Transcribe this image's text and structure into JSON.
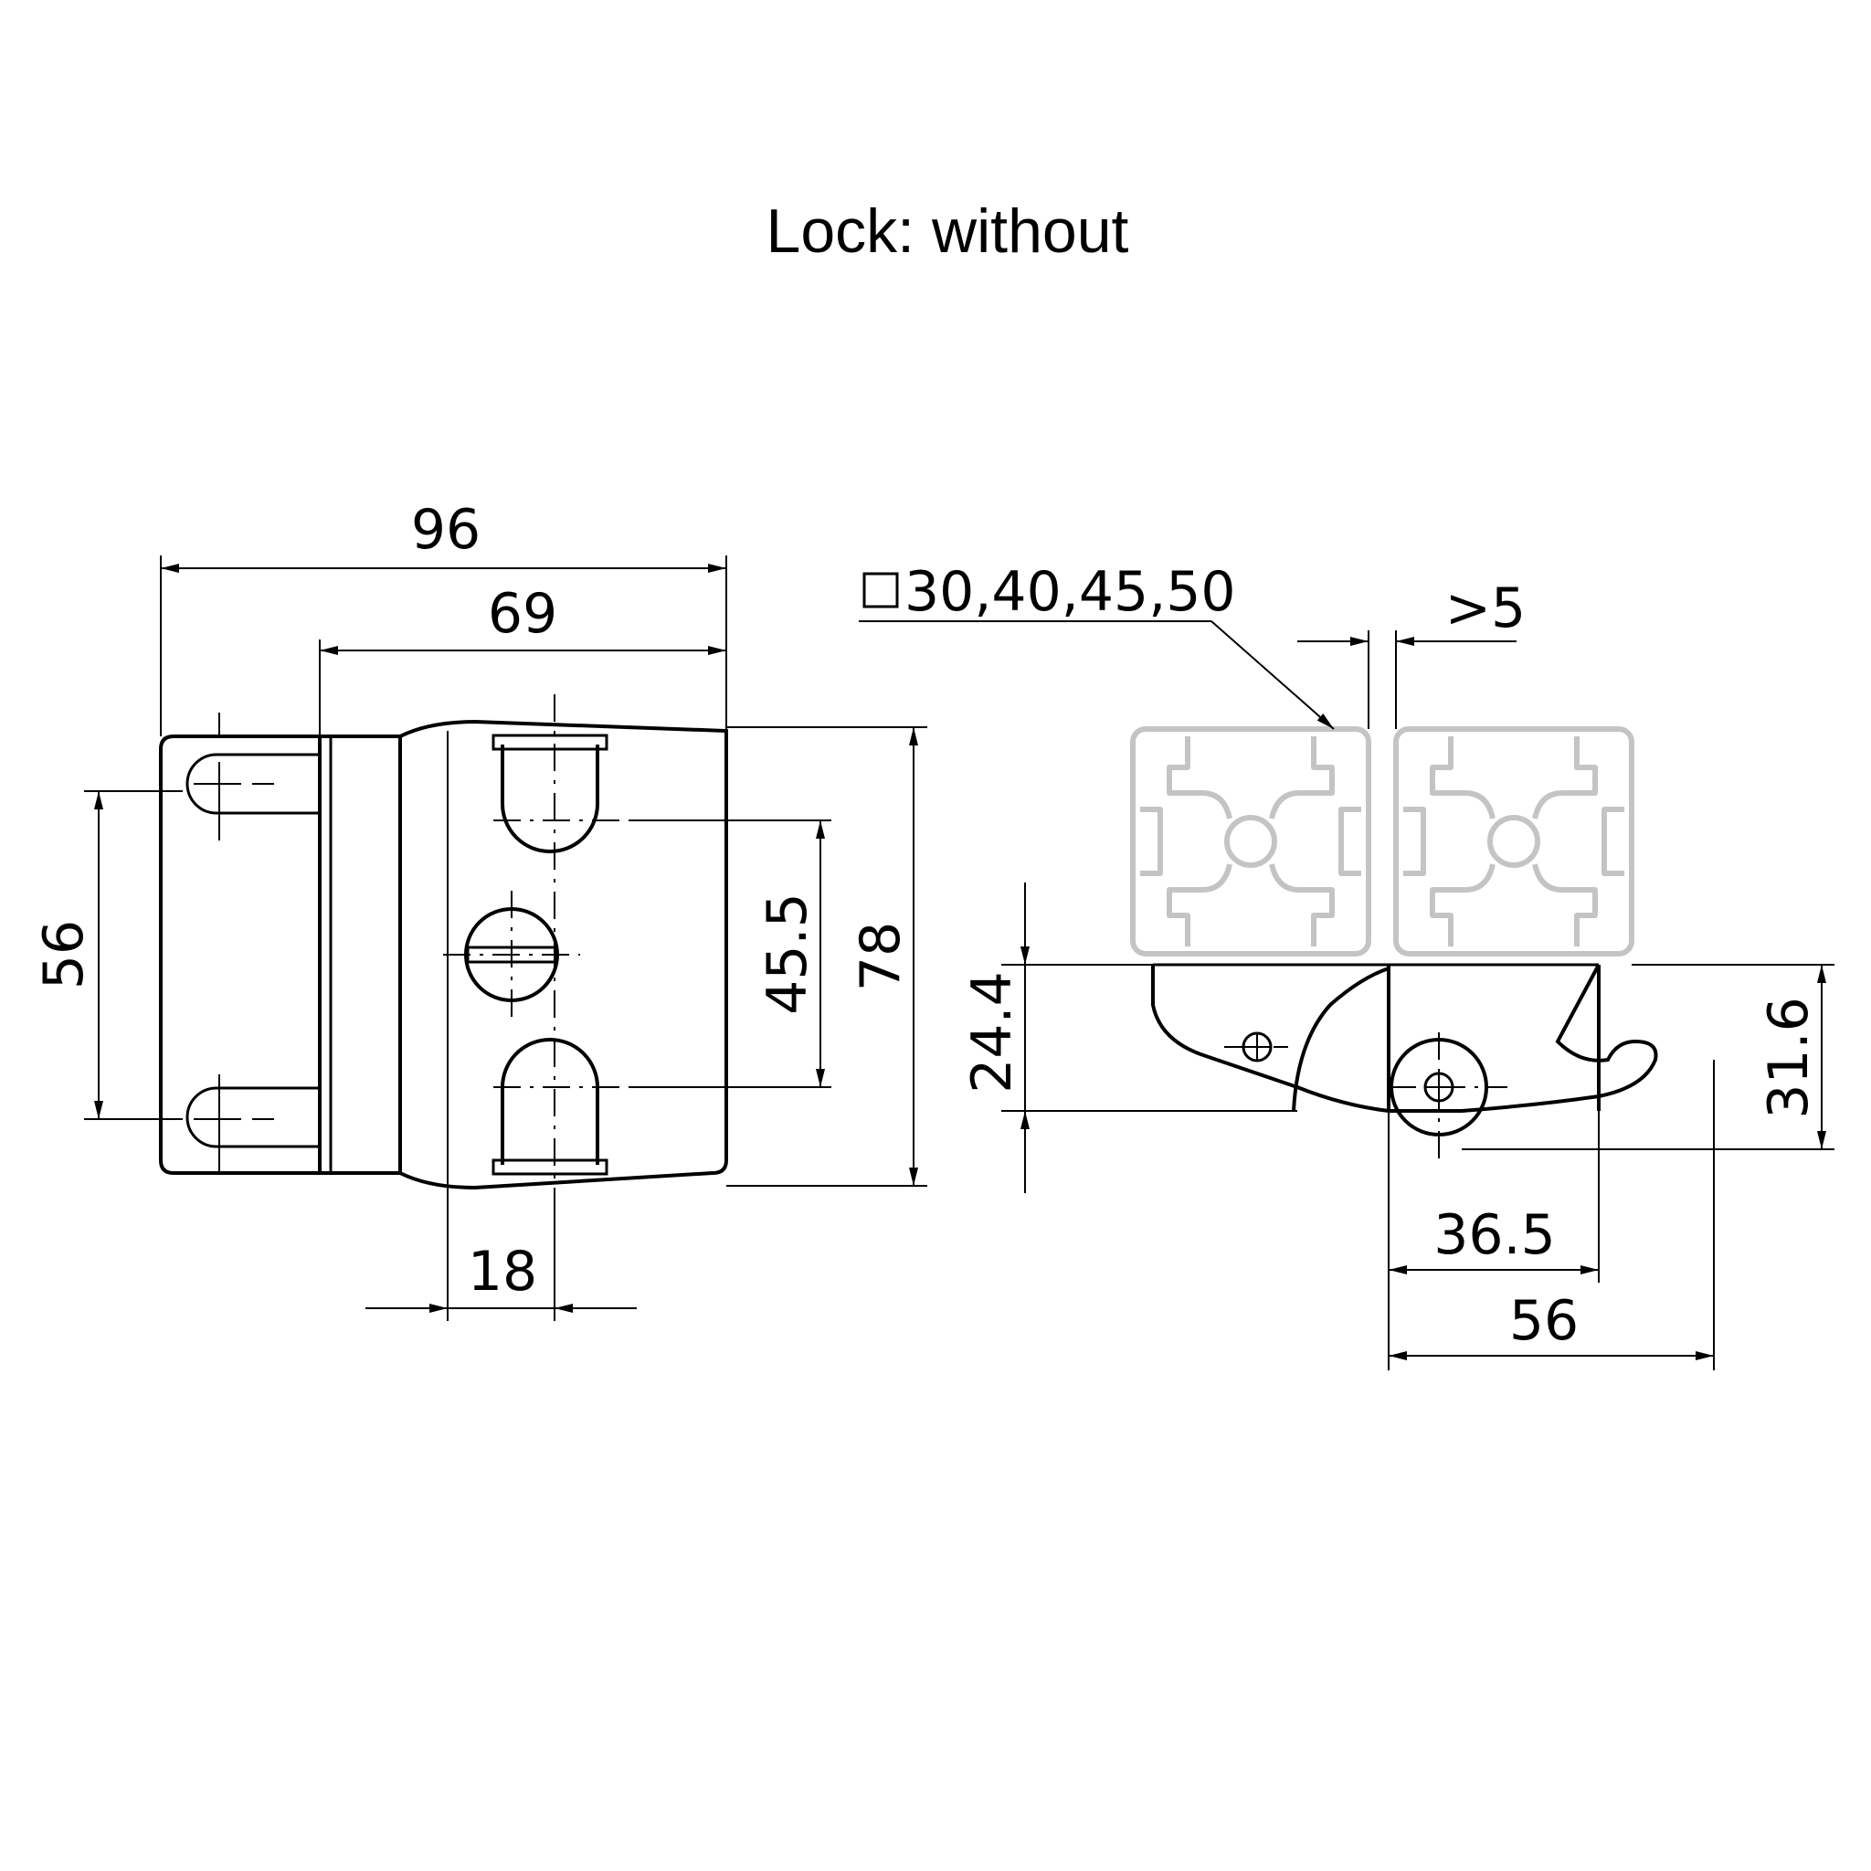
{
  "title": "Lock: without",
  "front_view": {
    "dim_width_overall": "96",
    "dim_width_body": "69",
    "dim_height_holes": "56",
    "dim_slot_spacing": "45.5",
    "dim_height_overall": "78",
    "dim_offset": "18"
  },
  "side_view": {
    "profile_sizes": "30,40,45,50",
    "dim_gap": ">5",
    "dim_height_low": "24.4",
    "dim_height_high": "31.6",
    "dim_length_short": "36.5",
    "dim_length_long": "56"
  },
  "colors": {
    "line": "#000000",
    "profile_outline": "#c4c4c4"
  }
}
